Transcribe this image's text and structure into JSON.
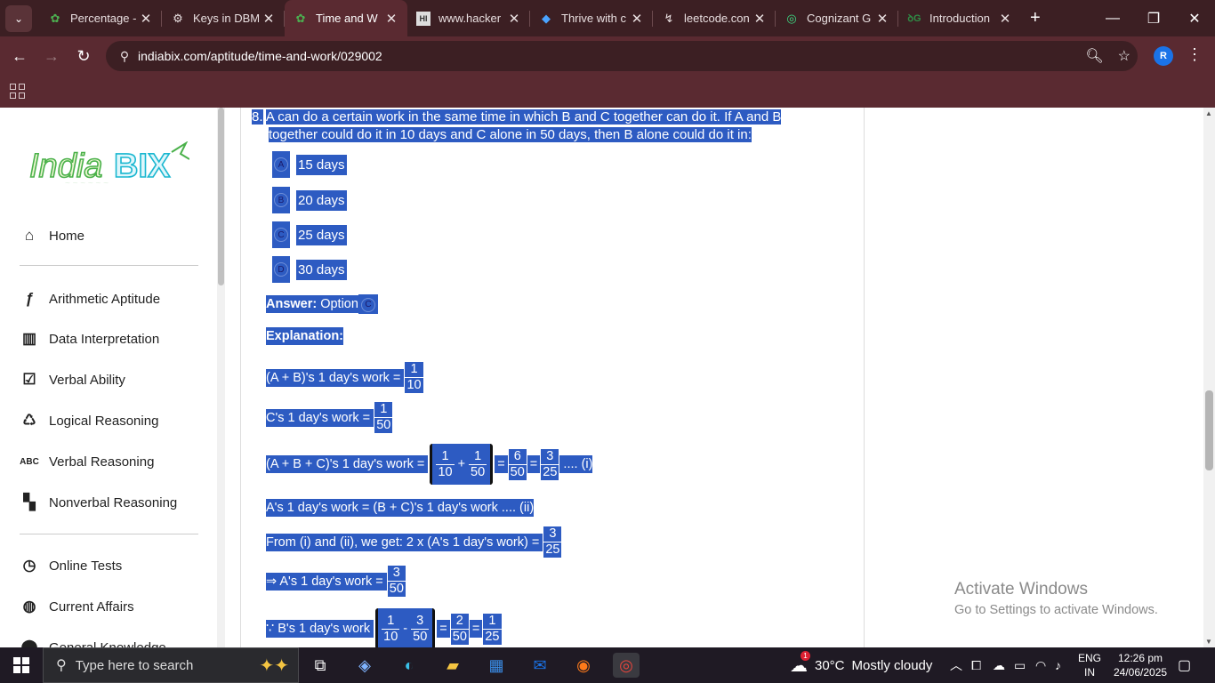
{
  "browser": {
    "tabs": [
      {
        "title": "Percentage -",
        "icon": "indiabix-favicon"
      },
      {
        "title": "Keys in DBM",
        "icon": "chatgpt-favicon"
      },
      {
        "title": "Time and W",
        "icon": "indiabix-favicon",
        "active": true
      },
      {
        "title": "www.hacker",
        "icon": "hackerrank-favicon"
      },
      {
        "title": "Thrive with c",
        "icon": "thrive-favicon"
      },
      {
        "title": "leetcode.con",
        "icon": "leetcode-favicon"
      },
      {
        "title": "Cognizant G",
        "icon": "cognizant-favicon"
      },
      {
        "title": "Introduction",
        "icon": "gfg-favicon"
      }
    ],
    "url": "indiabix.com/aptitude/time-and-work/029002",
    "profile_initial": "R"
  },
  "sidebar": {
    "logo_text": "IndiaBIX",
    "items": [
      {
        "label": "Home",
        "icon": "home-icon"
      },
      {
        "label": "Arithmetic Aptitude",
        "icon": "function-icon"
      },
      {
        "label": "Data Interpretation",
        "icon": "bar-chart-icon"
      },
      {
        "label": "Verbal Ability",
        "icon": "checklist-icon"
      },
      {
        "label": "Logical Reasoning",
        "icon": "cycle-icon"
      },
      {
        "label": "Verbal Reasoning",
        "icon": "abc-icon"
      },
      {
        "label": "Nonverbal Reasoning",
        "icon": "dashboard-icon"
      },
      {
        "label": "Online Tests",
        "icon": "clock-icon"
      },
      {
        "label": "Current Affairs",
        "icon": "globe-icon"
      },
      {
        "label": "General Knowledge",
        "icon": "location-icon"
      }
    ]
  },
  "question": {
    "number": "8.",
    "text_line1": "A can do a certain work in the same time in which B and C together can do it. If A and B",
    "text_line2": "together could do it in 10 days and C alone in 50 days, then B alone could do it in:",
    "options": [
      {
        "letter": "A",
        "text": "15 days"
      },
      {
        "letter": "B",
        "text": "20 days"
      },
      {
        "letter": "C",
        "text": "25 days"
      },
      {
        "letter": "D",
        "text": "30 days"
      }
    ],
    "answer_label": "Answer:",
    "answer_option_text": "Option",
    "answer_letter": "C",
    "explanation_label": "Explanation:",
    "lines": {
      "l1_text": "(A + B)'s 1 day's work = ",
      "l2_text": "C's 1 day's work = ",
      "l3_text": "(A + B + C)'s 1 day's work = ",
      "l3_suffix": " .... (i)",
      "l4_text": "A's 1 day's work = (B + C)'s 1 day's work .... (ii)",
      "l5_text": "From (i) and (ii), we get: 2 x (A's 1 day's work) = ",
      "l6_symbol": "⇒",
      "l6_text": " A's 1 day's work = ",
      "l7_symbol": "∵",
      "l7_text": " B's 1 day's work "
    }
  },
  "windows": {
    "watermark_title": "Activate Windows",
    "watermark_sub": "Go to Settings to activate Windows.",
    "search_placeholder": "Type here to search",
    "weather_temp": "30°C",
    "weather_desc": "Mostly cloudy",
    "weather_badge": "1",
    "lang_line1": "ENG",
    "lang_line2": "IN",
    "time": "12:26 pm",
    "date": "24/06/2025"
  }
}
